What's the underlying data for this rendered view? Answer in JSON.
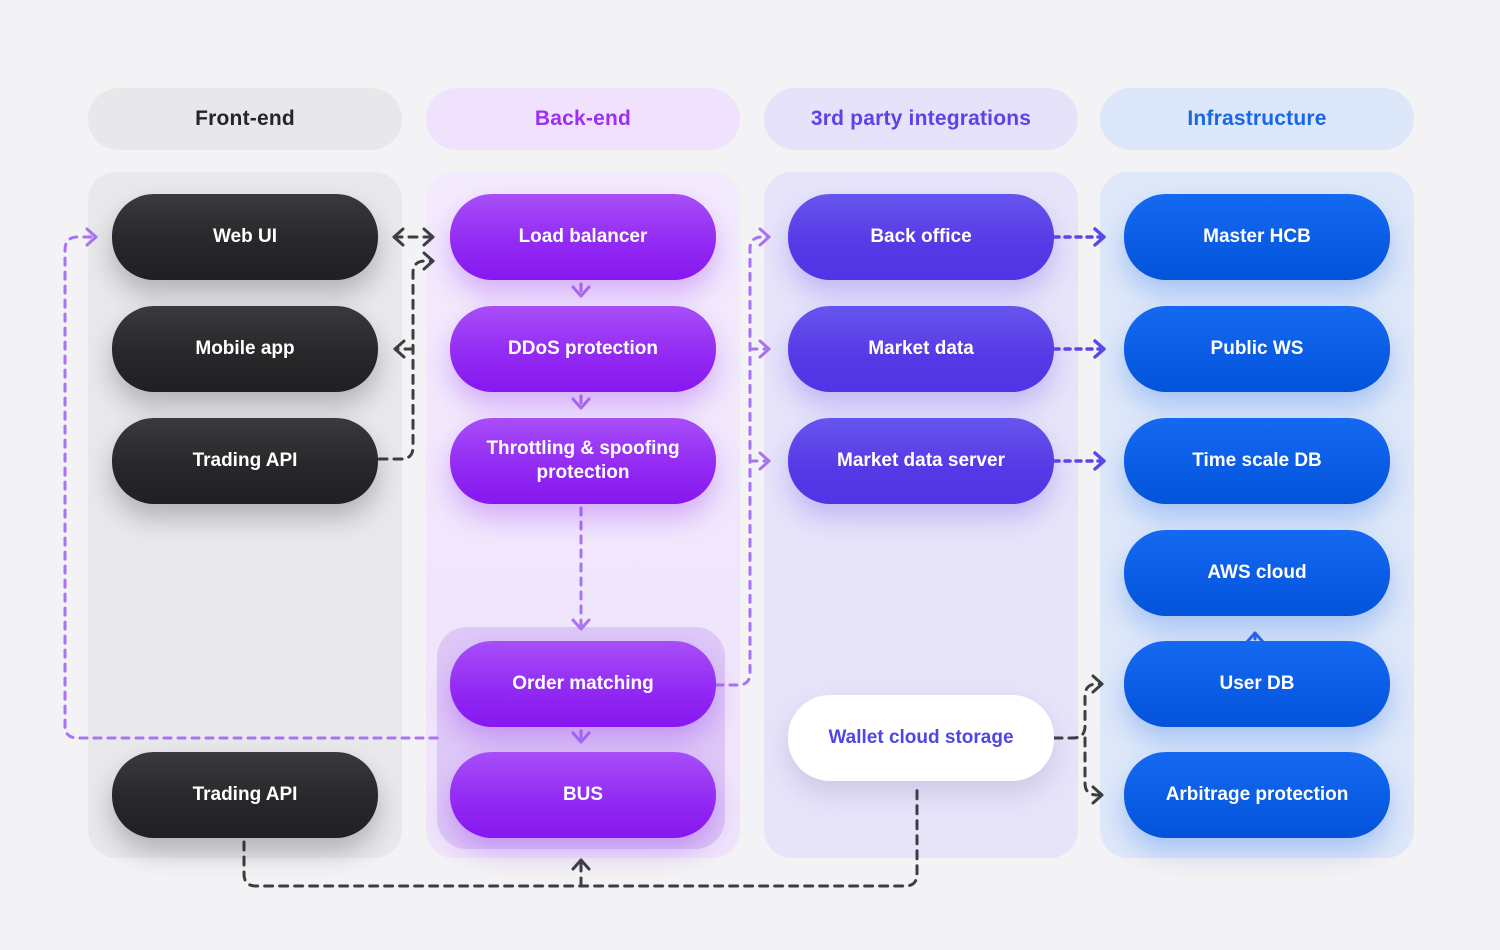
{
  "diagram": {
    "columns": [
      {
        "id": "front-end",
        "header": "Front-end",
        "accent_color": "#232529",
        "nodes": [
          {
            "id": "web-ui",
            "label": "Web UI"
          },
          {
            "id": "mobile-app",
            "label": "Mobile app"
          },
          {
            "id": "trading-api",
            "label": "Trading API"
          },
          {
            "id": "trading-api-2",
            "label": "Trading API"
          }
        ]
      },
      {
        "id": "back-end",
        "header": "Back-end",
        "accent_color": "#9d2ff3",
        "nodes": [
          {
            "id": "load-balancer",
            "label": "Load balancer"
          },
          {
            "id": "ddos-protection",
            "label": "DDoS protection"
          },
          {
            "id": "throttling-spoofing-protection",
            "label": "Throttling & spoofing protection"
          },
          {
            "id": "order-matching",
            "label": "Order matching"
          },
          {
            "id": "bus",
            "label": "BUS"
          }
        ]
      },
      {
        "id": "3rd-party-integrations",
        "header": "3rd party integrations",
        "accent_color": "#5b43e9",
        "nodes": [
          {
            "id": "back-office",
            "label": "Back office"
          },
          {
            "id": "market-data",
            "label": "Market data"
          },
          {
            "id": "market-data-server",
            "label": "Market data server"
          },
          {
            "id": "wallet-cloud-storage",
            "label": "Wallet cloud storage"
          }
        ]
      },
      {
        "id": "infrastructure",
        "header": "Infrastructure",
        "accent_color": "#1a66e9",
        "nodes": [
          {
            "id": "master-hcb",
            "label": "Master HCB"
          },
          {
            "id": "public-ws",
            "label": "Public WS"
          },
          {
            "id": "time-scale-db",
            "label": "Time scale DB"
          },
          {
            "id": "aws-cloud",
            "label": "AWS cloud"
          },
          {
            "id": "user-db",
            "label": "User DB"
          },
          {
            "id": "arbitrage-protection",
            "label": "Arbitrage protection"
          }
        ]
      }
    ],
    "edge_colors": {
      "dark": "#3e3e40",
      "purple": "#aa72f4",
      "indigo": "#5b47e9",
      "blue": "#2c63ea"
    },
    "edges": [
      {
        "id": "edge-webui-loadbalancer",
        "from": "web-ui",
        "to": "load-balancer",
        "color": "dark",
        "bidirectional": true
      },
      {
        "id": "edge-tradingapi-loadbalancer",
        "from": "trading-api",
        "to": "load-balancer",
        "color": "dark",
        "bidirectional": false
      },
      {
        "id": "edge-tradingapi-mobileapp",
        "from": "trading-api",
        "to": "mobile-app",
        "color": "dark",
        "bidirectional": false
      },
      {
        "id": "edge-ordermatching-webui",
        "from": "order-matching",
        "to": "web-ui",
        "color": "purple",
        "bidirectional": false
      },
      {
        "id": "edge-loadbalancer-ddos",
        "from": "load-balancer",
        "to": "ddos-protection",
        "color": "purple",
        "bidirectional": false
      },
      {
        "id": "edge-ddos-throttling",
        "from": "ddos-protection",
        "to": "throttling-spoofing-protection",
        "color": "purple",
        "bidirectional": false
      },
      {
        "id": "edge-throttling-ordermatching",
        "from": "throttling-spoofing-protection",
        "to": "order-matching",
        "color": "purple",
        "bidirectional": false
      },
      {
        "id": "edge-ordermatching-bus",
        "from": "order-matching",
        "to": "bus",
        "color": "purple",
        "bidirectional": false
      },
      {
        "id": "edge-ordermatching-backoffice",
        "from": "order-matching",
        "to": "back-office",
        "color": "purple",
        "bidirectional": false
      },
      {
        "id": "edge-ordermatching-marketdata",
        "from": "order-matching",
        "to": "market-data",
        "color": "purple",
        "bidirectional": false
      },
      {
        "id": "edge-ordermatching-marketdataserver",
        "from": "order-matching",
        "to": "market-data-server",
        "color": "purple",
        "bidirectional": false
      },
      {
        "id": "edge-backoffice-masterhcb",
        "from": "back-office",
        "to": "master-hcb",
        "color": "indigo",
        "bidirectional": false
      },
      {
        "id": "edge-marketdata-publicws",
        "from": "market-data",
        "to": "public-ws",
        "color": "indigo",
        "bidirectional": false
      },
      {
        "id": "edge-marketdataserver-timescaledb",
        "from": "market-data-server",
        "to": "time-scale-db",
        "color": "indigo",
        "bidirectional": false
      },
      {
        "id": "edge-wallet-userdb",
        "from": "wallet-cloud-storage",
        "to": "user-db",
        "color": "dark",
        "bidirectional": false
      },
      {
        "id": "edge-wallet-arbitrage",
        "from": "wallet-cloud-storage",
        "to": "arbitrage-protection",
        "color": "dark",
        "bidirectional": false
      },
      {
        "id": "edge-userdb-awscloud",
        "from": "user-db",
        "to": "aws-cloud",
        "color": "blue",
        "bidirectional": false
      },
      {
        "id": "edge-tradingapi2-bus",
        "from": "trading-api-2",
        "to": "bus",
        "color": "dark",
        "bidirectional": false
      },
      {
        "id": "edge-tradingapi2-wallet",
        "from": "trading-api-2",
        "to": "wallet-cloud-storage",
        "color": "dark",
        "bidirectional": false
      }
    ]
  }
}
